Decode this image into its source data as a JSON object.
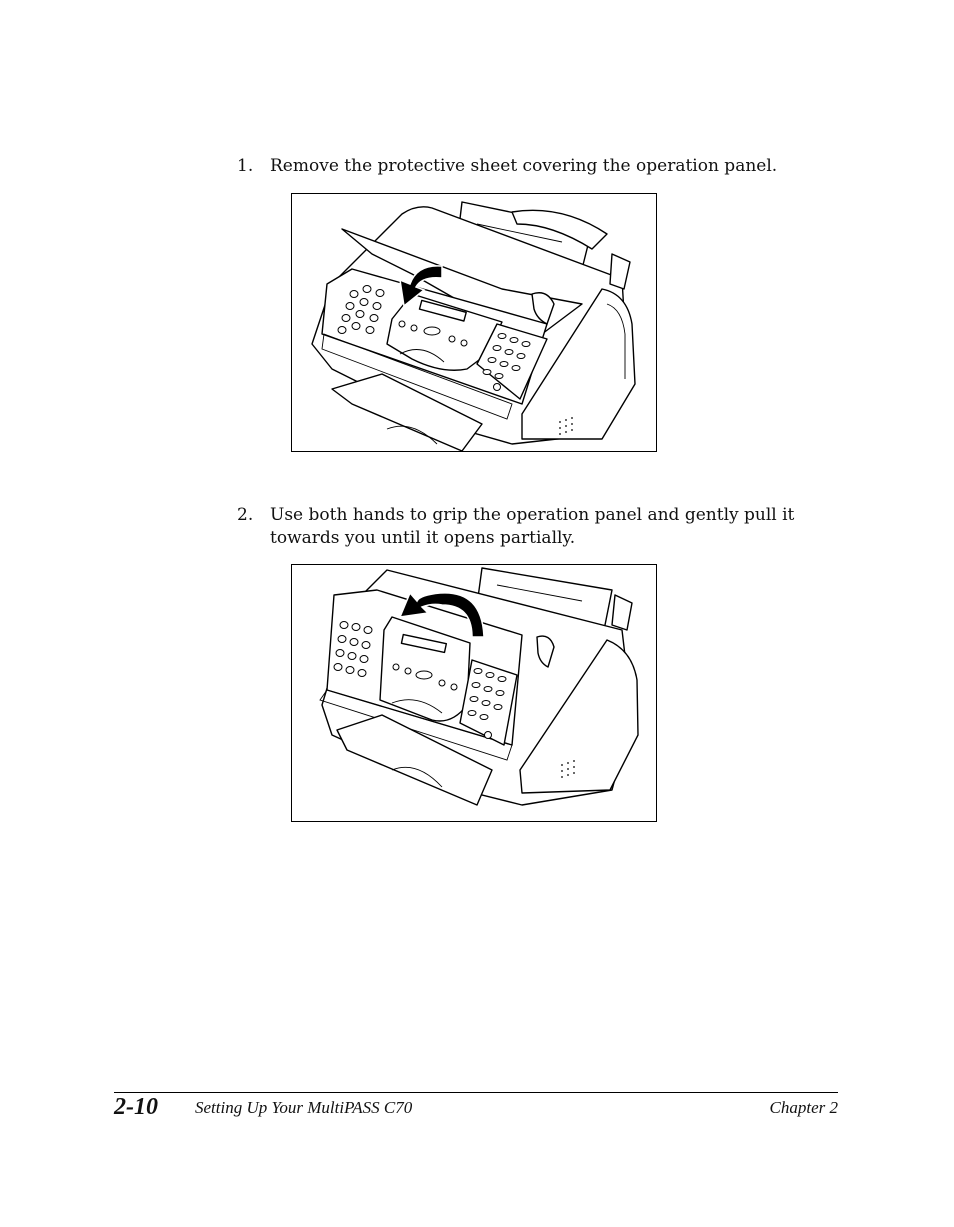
{
  "steps": [
    {
      "number": "1.",
      "text": "Remove the protective sheet covering the operation panel."
    },
    {
      "number": "2.",
      "text": "Use both hands to grip the operation panel and gently pull it towards you until it opens partially."
    }
  ],
  "figures": [
    {
      "icon": "fax-machine-protective-sheet-illustration"
    },
    {
      "icon": "fax-machine-panel-opening-illustration"
    }
  ],
  "footer": {
    "page_number": "2-10",
    "title": "Setting Up Your MultiPASS C70",
    "chapter": "Chapter 2"
  }
}
